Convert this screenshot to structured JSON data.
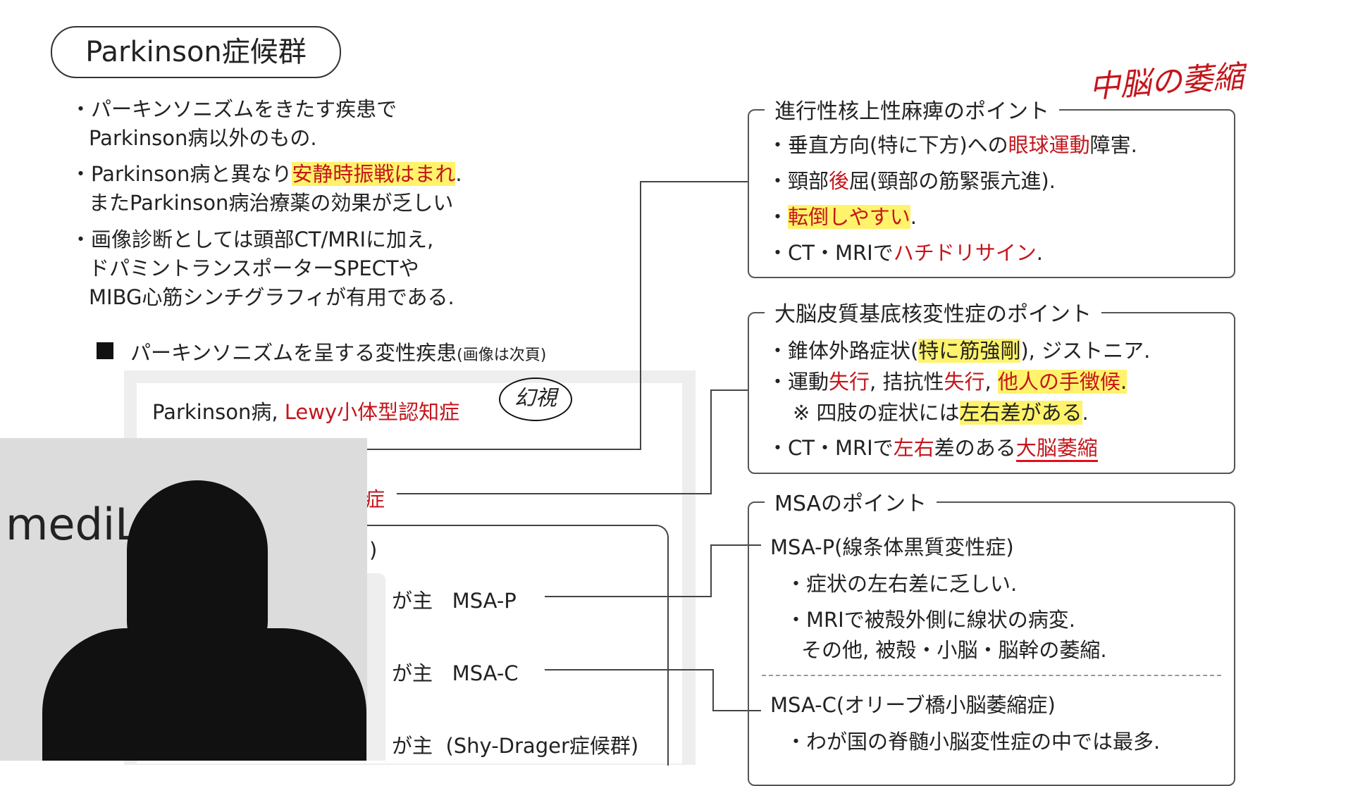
{
  "title": "Parkinson症候群",
  "bullets": [
    {
      "l1": "・パーキンソニズムをきたす疾患で",
      "l2": "Parkinson病以外のもの."
    },
    {
      "l1a": "・Parkinson病と異なり",
      "l1b": "安静時振戦はまれ",
      "l1c": ".",
      "l2": "またParkinson病治療薬の効果が乏しい"
    },
    {
      "l1": "・画像診断としては頭部CT/MRIに加え,",
      "l2": "ドパミントランスポーターSPECTや",
      "l3": "MIBG心筋シンチグラフィが有用である."
    }
  ],
  "section": {
    "label": "パーキンソニズムを呈する変性疾患",
    "note": "(画像は次頁)"
  },
  "diseases": {
    "pd": "Parkinson病,",
    "dlb": "Lewy小体型認知症",
    "bubble": "幻視",
    "partial_red": "症",
    "partial_paren": ")",
    "rows": [
      {
        "a": "が主",
        "b": "MSA-P"
      },
      {
        "a": "が主",
        "b": "MSA-C"
      },
      {
        "a": "が主",
        "b": "(Shy-Drager症候群)"
      }
    ]
  },
  "psp": {
    "title": "進行性核上性麻痺のポイント",
    "annotation": "中脳の萎縮",
    "r1a": "・垂直方向(特に下方)への",
    "r1b": "眼球運動",
    "r1c": "障害.",
    "r2a": "・頸部",
    "r2b": "後",
    "r2c": "屈(頸部の筋緊張亢進).",
    "r3a": "・",
    "r3b": "転倒しやすい",
    "r3c": ".",
    "r4a": "・CT・MRIで",
    "r4b": "ハチドリサイン",
    "r4c": "."
  },
  "cbd": {
    "title": "大脳皮質基底核変性症のポイント",
    "r1a": "・錐体外路症状(",
    "r1b": "特に筋強剛",
    "r1c": "), ジストニア.",
    "r2a": "・運動",
    "r2b": "失行",
    "r2c": ", 拮抗性",
    "r2d": "失行",
    ", r2e": "",
    "r2f": "他人の手徴候",
    "r2g": ".",
    "r3a": "※ 四肢の症状には",
    "r3b": "左右差がある",
    "r3c": ".",
    "r4a": "・CT・MRIで",
    "r4b": "左右",
    "r4c": "差のある",
    "r4d": "大脳萎縮"
  },
  "msa": {
    "title": "MSAのポイント",
    "p_title": "MSA-P(線条体黒質変性症)",
    "p1": "・症状の左右差に乏しい.",
    "p2": "・MRIで被殻外側に線状の病変.",
    "p3": "その他, 被殻・小脳・脳幹の萎縮.",
    "c_title": "MSA-C(オリーブ橋小脳萎縮症)",
    "c1": "・わが国の脊髄小脳変性症の中では最多."
  },
  "camera": {
    "logo": "mediL"
  },
  "colors": {
    "accent": "#c4161c",
    "highlight": "#fff36b"
  }
}
